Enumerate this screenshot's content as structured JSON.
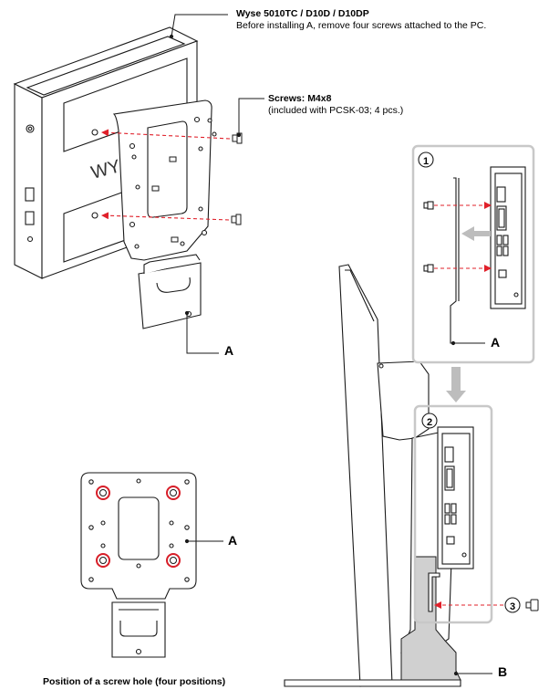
{
  "annotations": {
    "pc_model": "Wyse 5010TC / D10D / D10DP",
    "pc_note": "Before installing A, remove four screws attached to the PC.",
    "screws_title": "Screws: M4x8",
    "screws_note": "(included with PCSK-03; 4 pcs.)",
    "label_a": "A",
    "label_b": "B",
    "step_1": "1",
    "step_2": "2",
    "step_3": "3",
    "caption": "Position of a screw hole (four positions)",
    "pc_brand_fragment": "WY"
  },
  "colors": {
    "line": "#1a1a1a",
    "arrow": "#e0202a",
    "screw_ring": "#d81e28",
    "panel_border": "#c8c8c8",
    "gray_arrow": "#bdbdbd",
    "stand_fill": "#d0d0d0"
  }
}
